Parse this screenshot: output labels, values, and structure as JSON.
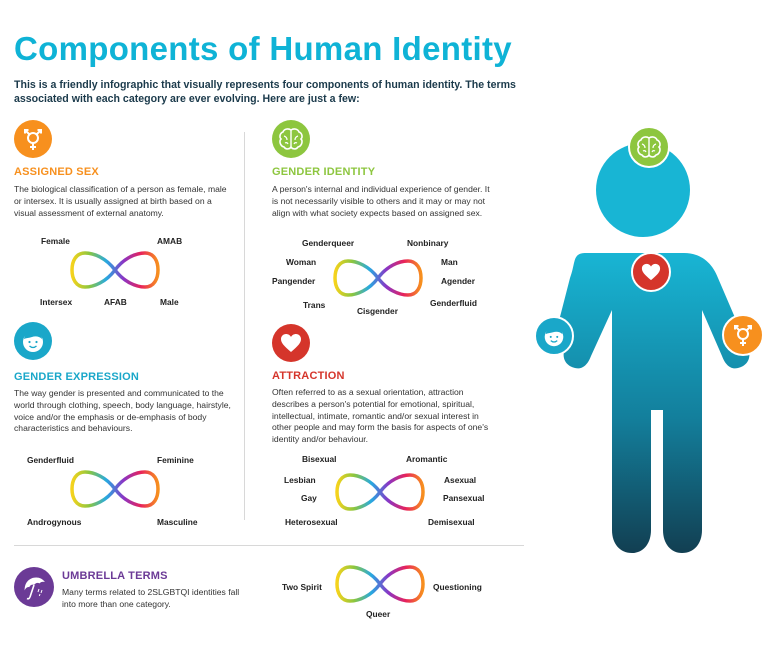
{
  "title": "Components of Human Identity",
  "intro": "This is a friendly infographic that visually represents four components of human identity. The terms associated with each category are ever evolving. Here are just a few:",
  "colors": {
    "title": "#0fb3d6",
    "assigned_sex": "#f7901e",
    "gender_identity": "#8dc63f",
    "gender_expression": "#1aa7c9",
    "attraction": "#d5352b",
    "umbrella": "#6b3a96",
    "figure_top": "#18b5d4",
    "figure_bottom": "#123f52"
  },
  "assigned_sex": {
    "icon": "gender-symbol-icon",
    "title": "ASSIGNED SEX",
    "description": "The biological classification of a person as female, male or intersex. It is usually assigned at birth based on a visual assessment of external anatomy.",
    "terms": [
      "Female",
      "AMAB",
      "Intersex",
      "AFAB",
      "Male"
    ]
  },
  "gender_identity": {
    "icon": "brain-icon",
    "title": "GENDER IDENTITY",
    "description": "A person's internal and individual experience of gender. It is not necessarily visible to others and it may or may not align with what society expects based on assigned sex.",
    "terms": [
      "Genderqueer",
      "Nonbinary",
      "Woman",
      "Man",
      "Pangender",
      "Agender",
      "Trans",
      "Cisgender",
      "Genderfluid"
    ]
  },
  "gender_expression": {
    "icon": "face-icon",
    "title": "GENDER EXPRESSION",
    "description": "The way gender is presented and communicated to the world through clothing, speech, body language, hairstyle, voice and/or the emphasis or de-emphasis of body characteristics and behaviours.",
    "terms": [
      "Genderfluid",
      "Feminine",
      "Androgynous",
      "Masculine"
    ]
  },
  "attraction": {
    "icon": "heart-icon",
    "title": "ATTRACTION",
    "description": "Often referred to as a sexual orientation, attraction describes a person's potential for emotional, spiritual, intellectual, intimate, romantic and/or sexual interest in other people and may form the basis for aspects of one's identity and/or behaviour.",
    "terms": [
      "Bisexual",
      "Aromantic",
      "Lesbian",
      "Asexual",
      "Gay",
      "Pansexual",
      "Heterosexual",
      "Demisexual"
    ]
  },
  "umbrella": {
    "icon": "umbrella-icon",
    "title": "UMBRELLA TERMS",
    "description": "Many terms related to 2SLGBTQI identities fall into more than one category.",
    "terms": [
      "Two Spirit",
      "Questioning",
      "Queer"
    ]
  }
}
